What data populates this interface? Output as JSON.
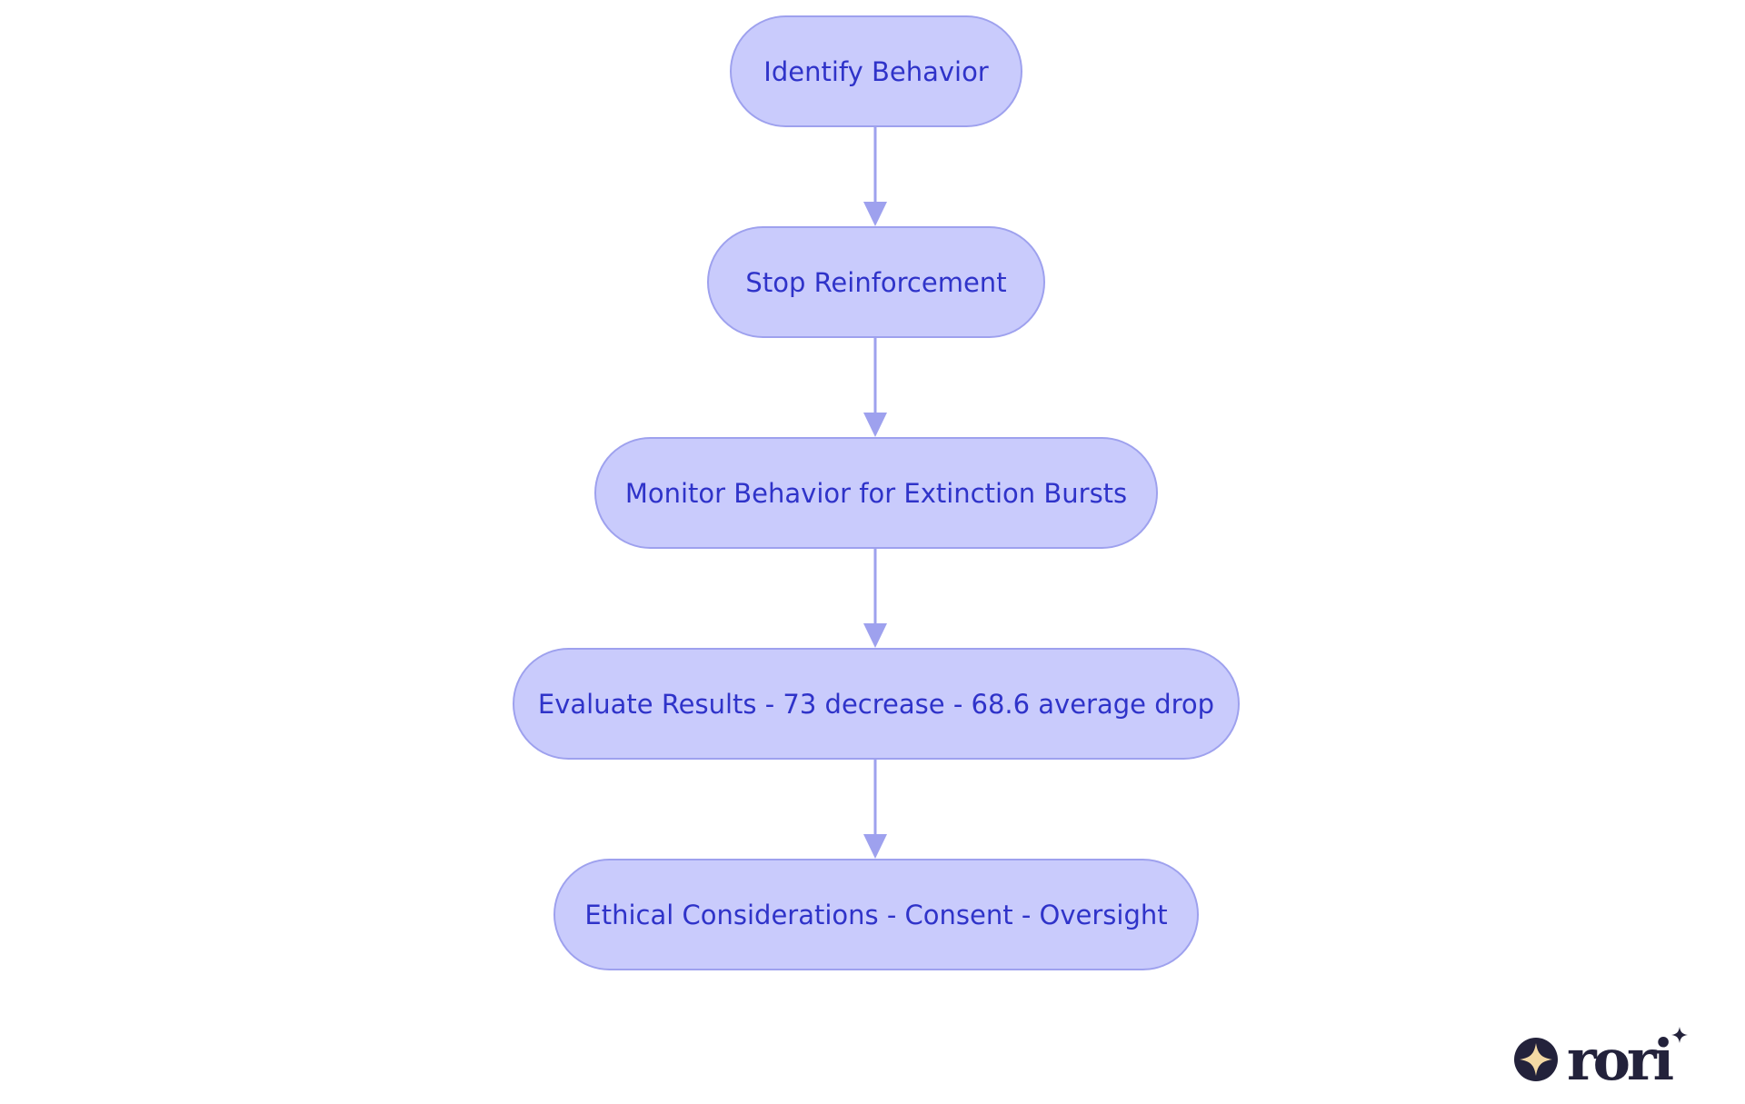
{
  "colors": {
    "background": "#ffffff",
    "node_fill": "#c9cbfc",
    "node_stroke": "#9ea1ee",
    "node_text": "#2f33c9",
    "edge": "#9ea1ee",
    "logo_dark": "#23223b",
    "logo_star": "#f3d9a4"
  },
  "nodes": [
    {
      "id": "identify-behavior",
      "label": "Identify Behavior"
    },
    {
      "id": "stop-reinforcement",
      "label": "Stop Reinforcement"
    },
    {
      "id": "monitor-behavior",
      "label": "Monitor Behavior for Extinction Bursts"
    },
    {
      "id": "evaluate-results",
      "label": "Evaluate Results - 73 decrease - 68.6 average drop"
    },
    {
      "id": "ethical-considerations",
      "label": "Ethical Considerations - Consent - Oversight"
    }
  ],
  "edges": [
    {
      "from": "identify-behavior",
      "to": "stop-reinforcement"
    },
    {
      "from": "stop-reinforcement",
      "to": "monitor-behavior"
    },
    {
      "from": "monitor-behavior",
      "to": "evaluate-results"
    },
    {
      "from": "evaluate-results",
      "to": "ethical-considerations"
    }
  ],
  "logo": {
    "icon": "sparkle-badge-icon",
    "wordmark": "rori"
  }
}
